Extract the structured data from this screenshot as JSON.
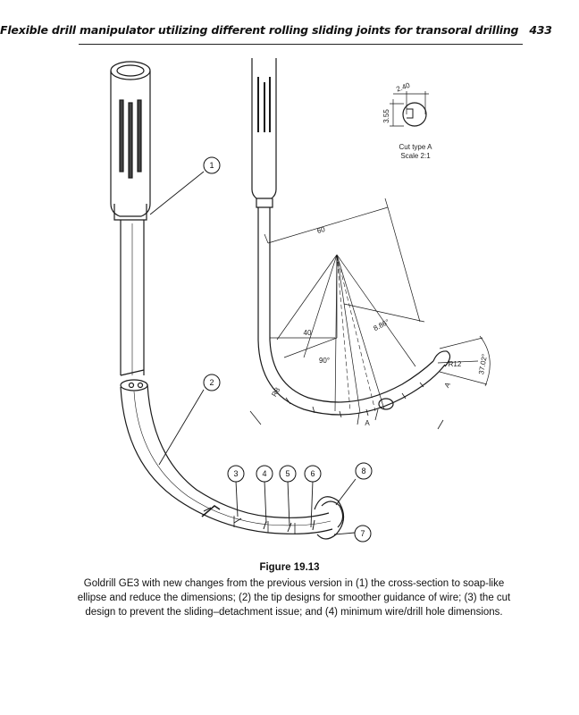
{
  "header": {
    "running_title": "Flexible drill manipulator utilizing different rolling sliding joints for transoral drilling",
    "page_number": "433"
  },
  "figure": {
    "label": "Figure 19.13",
    "caption": "Goldrill GE3 with new changes from the previous version in (1) the cross-section to soap-like ellipse and reduce the dimensions; (2) the tip designs for smoother guidance of wire; (3) the cut design to prevent the sliding–detachment issue; and (4) minimum wire/drill hole dimensions.",
    "callouts": [
      "1",
      "2",
      "3",
      "4",
      "5",
      "6",
      "7",
      "8"
    ],
    "drawing_annotations": {
      "cut_type": "Cut type A",
      "scale": "Scale 2:1",
      "dim_width": "2.40",
      "dim_height": "3.55",
      "dim_length": "60",
      "dim_40": "40",
      "angle_90": "90°",
      "angle_886": "8.86°",
      "radius_8": "R8",
      "radius_12": "R12",
      "angle_3702": "37.02°",
      "section_marker": "A",
      "section_marker_tip": "A"
    }
  }
}
